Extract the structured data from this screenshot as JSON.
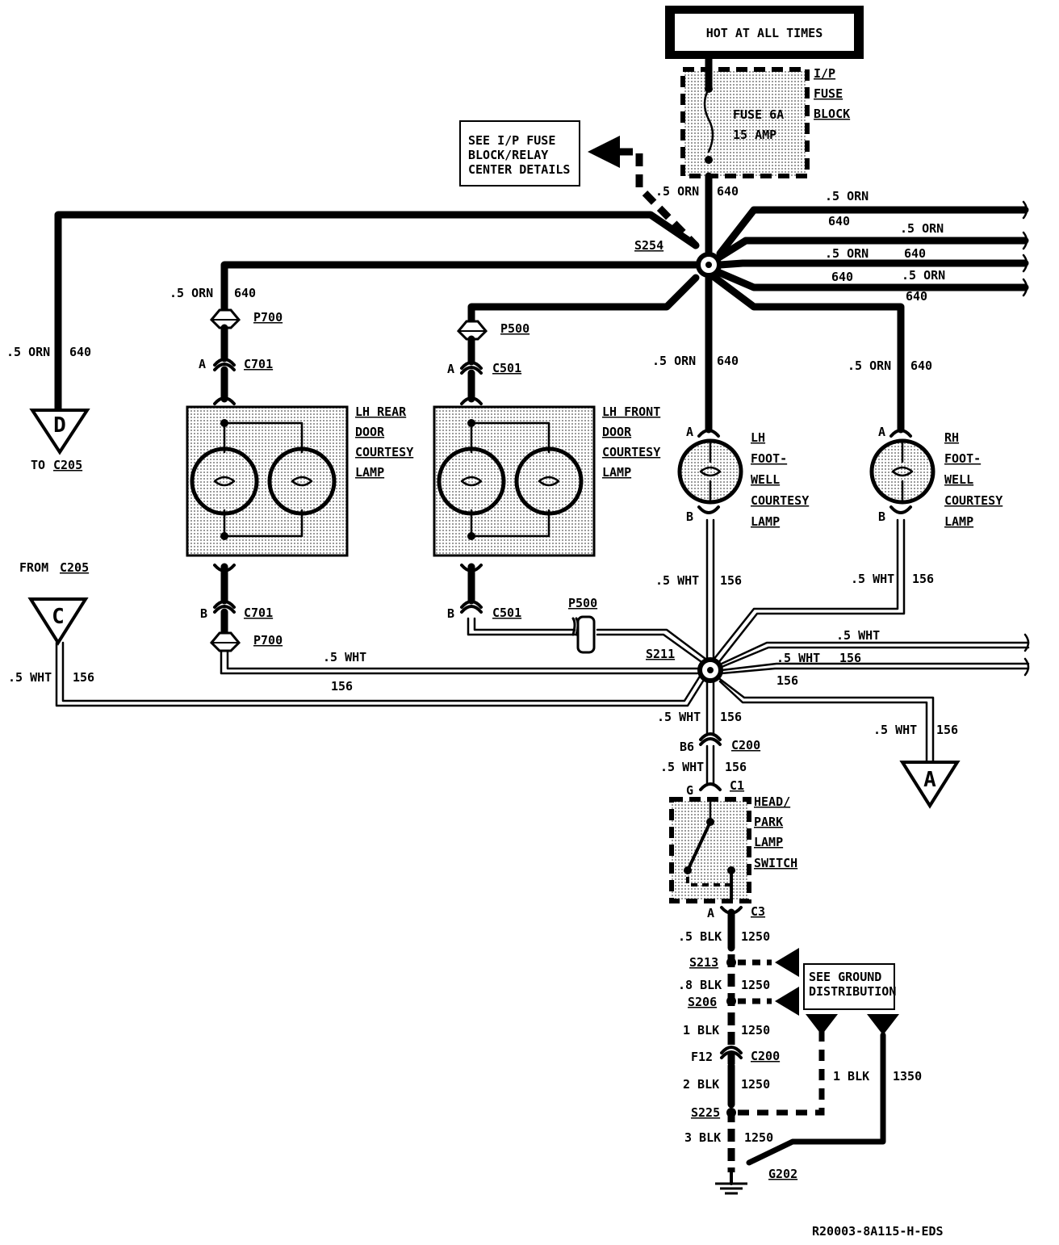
{
  "power": {
    "label": "HOT AT ALL TIMES"
  },
  "fuse_block": {
    "name_lines": [
      "I/P",
      "FUSE",
      "BLOCK"
    ],
    "fuse_lines": [
      "FUSE 6A",
      "15 AMP"
    ]
  },
  "see_fuse": {
    "lines": [
      "SEE I/P FUSE",
      "BLOCK/RELAY",
      "CENTER DETAILS"
    ]
  },
  "see_ground": {
    "lines": [
      "SEE GROUND",
      "DISTRIBUTION"
    ]
  },
  "splices": {
    "s254": "S254",
    "s211": "S211",
    "s213": "S213",
    "s206": "S206",
    "s225": "S225"
  },
  "grounds": {
    "g202": "G202"
  },
  "connectors": {
    "p700": "P700",
    "c701": "C701",
    "p500": "P500",
    "c501": "C501",
    "c200": "C200",
    "c1": "C1",
    "c3": "C3",
    "pin_a": "A",
    "pin_b": "B",
    "pin_b6": "B6",
    "pin_g": "G",
    "pin_f12": "F12"
  },
  "wires": {
    "orn": ".5 ORN",
    "orn_circuit": "640",
    "wht": ".5 WHT",
    "wht_circuit": "156",
    "blk_05": ".5 BLK",
    "blk_08": ".8 BLK",
    "blk_1": "1 BLK",
    "blk_2": "2 BLK",
    "blk_3": "3 BLK",
    "blk_circuit": "1250",
    "blk_circuit_2": "1350"
  },
  "components": {
    "lh_rear": [
      "LH REAR",
      "DOOR",
      "COURTESY",
      "LAMP"
    ],
    "lh_front": [
      "LH FRONT",
      "DOOR",
      "COURTESY",
      "LAMP"
    ],
    "lh_foot": [
      "LH",
      "FOOT-",
      "WELL",
      "COURTESY",
      "LAMP"
    ],
    "rh_foot": [
      "RH",
      "FOOT-",
      "WELL",
      "COURTESY",
      "LAMP"
    ],
    "switch": [
      "HEAD/",
      "PARK",
      "LAMP",
      "SWITCH"
    ]
  },
  "offpage": {
    "d": "D",
    "to_label": "TO",
    "to_conn": "C205",
    "c": "C",
    "from_label": "FROM",
    "from_conn": "C205",
    "a": "A"
  },
  "footer": {
    "code": "R20003-8A115-H-EDS"
  }
}
